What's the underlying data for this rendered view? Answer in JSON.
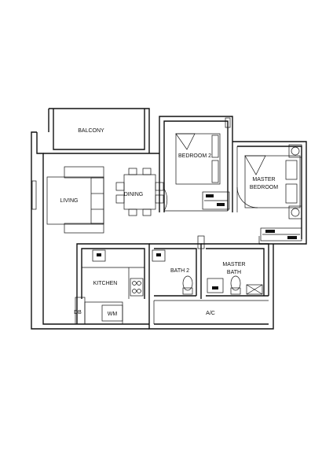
{
  "rooms": {
    "balcony": "BALCONY",
    "living": "LIVING",
    "dining": "DINING",
    "bedroom2": "BEDROOM 2",
    "master_bedroom_line1": "MASTER",
    "master_bedroom_line2": "BEDROOM",
    "kitchen": "KITCHEN",
    "bath2": "BATH 2",
    "master_bath_line1": "MASTER",
    "master_bath_line2": "BATH",
    "ac": "A/C",
    "db": "DB",
    "wm": "WM"
  },
  "colors": {
    "line": "#111111",
    "background": "#ffffff"
  }
}
